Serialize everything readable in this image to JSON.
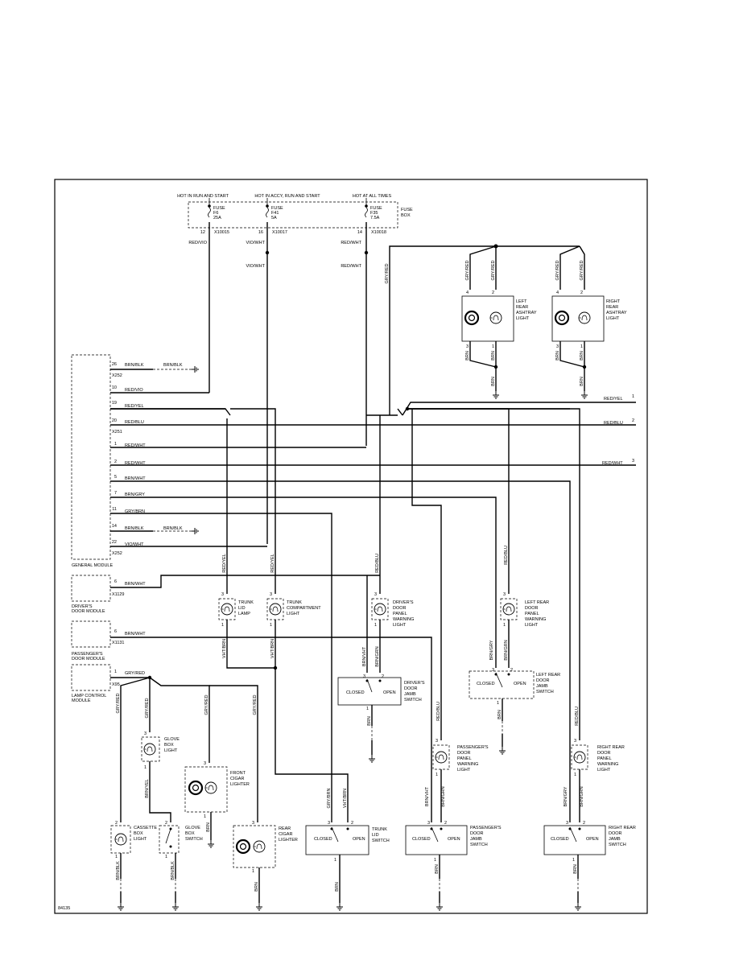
{
  "fuse_box": {
    "hot1": "HOT IN RUN AND START",
    "hot2": "HOT IN ACCY, RUN AND START",
    "hot3": "HOT AT ALL TIMES",
    "label_line1": "FUSE",
    "label_line2": "BOX",
    "fuses": [
      {
        "l1": "FUSE",
        "l2": "F6",
        "l3": "25A",
        "pin": "12",
        "conn": "X10015",
        "wire_a": "RED/VIO"
      },
      {
        "l1": "FUSE",
        "l2": "F41",
        "l3": "5A",
        "pin": "16",
        "conn": "X10017",
        "wire_a": "VIO/WHT",
        "wire_b": "VIO/WHT"
      },
      {
        "l1": "FUSE",
        "l2": "F35",
        "l3": "7.5A",
        "pin": "14",
        "conn": "X10018",
        "wire_a": "RED/WHT",
        "wire_b": "RED/WHT"
      }
    ]
  },
  "general_module": {
    "label": "GENERAL MODULE",
    "pins": [
      {
        "pin": "26",
        "wire": "BRN/BLK",
        "wire2": "BRN/BLK"
      },
      {
        "conn": "X252"
      },
      {
        "pin": "10",
        "wire": "RED/VIO"
      },
      {
        "pin": "19",
        "wire": "RED/YEL"
      },
      {
        "pin": "20",
        "wire": "RED/BLU"
      },
      {
        "conn": "X251"
      },
      {
        "pin": "1",
        "wire": "RED/WHT"
      },
      {
        "pin": "2",
        "wire": "RED/WHT"
      },
      {
        "pin": "5",
        "wire": "BRN/WHT"
      },
      {
        "pin": "7",
        "wire": "BRN/GRY"
      },
      {
        "pin": "11",
        "wire": "GRY/BRN"
      },
      {
        "pin": "14",
        "wire": "BRN/BLK",
        "wire2": "BRN/BLK"
      },
      {
        "pin": "22",
        "wire": "VIO/WHT"
      },
      {
        "conn": "X252"
      }
    ]
  },
  "drivers_door_module": {
    "l1": "DRIVER'S",
    "l2": "DOOR MODULE",
    "pin": "6",
    "wire": "BRN/WHT",
    "conn": "X1129"
  },
  "passengers_door_module": {
    "l1": "PASSENGER'S",
    "l2": "DOOR MODULE",
    "pin": "6",
    "wire": "BRN/WHT",
    "conn": "X1131"
  },
  "lamp_control_module": {
    "l1": "LAMP CONTROL",
    "l2": "MODULE",
    "pin": "1",
    "wire": "GRY/RED",
    "conn": "X95"
  },
  "right_outputs": [
    {
      "wire": "RED/YEL",
      "num": "1"
    },
    {
      "wire": "RED/BLU",
      "num": "2"
    },
    {
      "wire": "RED/WHT",
      "num": "3"
    }
  ],
  "left_ashtray": {
    "l1": "LEFT",
    "l2": "REAR",
    "l3": "ASHTRAY",
    "l4": "LIGHT",
    "wire_top_a": "GRY/RED",
    "wire_top_b": "GRY/RED",
    "wire_vert": "GRY/RED",
    "pin_a": "4",
    "pin_b": "2",
    "pin_c": "3",
    "pin_d": "1",
    "wire_bot_a": "BRN",
    "wire_bot_b": "BRN",
    "wire_gnd": "BRN"
  },
  "right_ashtray": {
    "l1": "RIGHT",
    "l2": "REAR",
    "l3": "ASHTRAY",
    "l4": "LIGHT",
    "wire_top_a": "GRY/RED",
    "wire_top_b": "GRY/RED",
    "pin_a": "4",
    "pin_b": "2",
    "pin_c": "3",
    "pin_d": "1",
    "wire_bot_a": "BRN",
    "wire_bot_b": "BRN",
    "wire_gnd": "BRN"
  },
  "trunk_lid_lamp": {
    "l1": "TRUNK",
    "l2": "LID",
    "l3": "LAMP",
    "wire_in": "RED/YEL",
    "wire_out": "VHT/BRN",
    "pin_top": "3",
    "pin_bot": "1"
  },
  "trunk_comp_light": {
    "l1": "TRUNK",
    "l2": "COMPARTMENT",
    "l3": "LIGHT",
    "wire_in": "RED/YEL",
    "wire_out": "VHT/BRN",
    "pin_top": "3",
    "pin_bot": "1"
  },
  "drivers_warning": {
    "l1": "DRIVER'S",
    "l2": "DOOR",
    "l3": "PANEL",
    "l4": "WARNING",
    "l5": "LIGHT",
    "wire_in": "RED/BLU",
    "pin_top": "3",
    "pin_bot": "1"
  },
  "drivers_jamb": {
    "l1": "DRIVER'S",
    "l2": "DOOR",
    "l3": "JAMB",
    "l4": "SWITCH",
    "closed": "CLOSED",
    "open": "OPEN",
    "wire_a": "BRN/VHT",
    "wire_b": "BRN/GRN",
    "pin_a": "3",
    "pin_b": "2",
    "pin_c": "1",
    "wire_gnd": "BRN"
  },
  "left_rear_warning": {
    "l1": "LEFT REAR",
    "l2": "DOOR",
    "l3": "PANEL",
    "l4": "WARNING",
    "l5": "LIGHT",
    "wire_in": "RED/BLU",
    "pin_top": "3",
    "pin_bot": "1"
  },
  "left_rear_jamb": {
    "l1": "LEFT REAR",
    "l2": "DOOR",
    "l3": "JAMB",
    "l4": "SWITCH",
    "closed": "CLOSED",
    "open": "OPEN",
    "wire_a": "BRN/GRY",
    "wire_b": "BRN/GRN",
    "pin_a": "3",
    "pin_b": "2",
    "pin_c": "1",
    "wire_gnd": "BRN"
  },
  "passengers_warning": {
    "l1": "PASSENGER'S",
    "l2": "DOOR",
    "l3": "PANEL",
    "l4": "WARNING",
    "l5": "LIGHT",
    "wire_in": "RED/BLU",
    "pin_top": "3",
    "pin_bot": "1"
  },
  "right_rear_warning": {
    "l1": "RIGHT REAR",
    "l2": "DOOR",
    "l3": "PANEL",
    "l4": "WARNING",
    "l5": "LIGHT",
    "wire_in": "RED/BLU",
    "pin_top": "3",
    "pin_bot": "1"
  },
  "glove_box_light": {
    "l1": "GLOVE",
    "l2": "BOX",
    "l3": "LIGHT",
    "wire_in": "GRY/RED",
    "wire_out": "BRN/YEL",
    "pin_top": "3",
    "pin_bot": "1"
  },
  "glove_box_switch": {
    "l1": "GLOVE",
    "l2": "BOX",
    "l3": "SWITCH",
    "wire_gnd": "BRN/BLK",
    "pin_top": "2",
    "pin_bot": "1"
  },
  "cassette_light": {
    "l1": "CASSETTE",
    "l2": "BOX",
    "l3": "LIGHT",
    "wire_in": "GRY/RED",
    "wire_gnd": "BRN/BLK",
    "pin_top": "2",
    "pin_bot": "1"
  },
  "front_cigar": {
    "l1": "FRONT",
    "l2": "CIGAR",
    "l3": "LIGHTER",
    "wire_in": "GRY/RED",
    "wire_gnd": "BRN",
    "pin_top": "3",
    "pin_bot": "1"
  },
  "rear_cigar": {
    "l1": "REAR",
    "l2": "CIGAR",
    "l3": "LIGHTER",
    "wire_in": "GRY/RED",
    "wire_gnd": "BRN",
    "pin_top": "3",
    "pin_bot": "1"
  },
  "trunk_lid_switch": {
    "l1": "TRUNK",
    "l2": "LID",
    "l3": "SWITCH",
    "closed": "CLOSED",
    "open": "OPEN",
    "wire_a": "GRY/BRN",
    "wire_b": "VHT/BRN",
    "pin_a": "3",
    "pin_b": "2",
    "pin_c": "1",
    "wire_gnd": "BRN"
  },
  "passengers_jamb": {
    "l1": "PASSENGER'S",
    "l2": "DOOR",
    "l3": "JAMB",
    "l4": "SWITCH",
    "closed": "CLOSED",
    "open": "OPEN",
    "wire_a": "BRN/VHT",
    "wire_b": "BRN/GRN",
    "pin_a": "3",
    "pin_b": "2",
    "pin_c": "1",
    "wire_gnd": "BRN"
  },
  "right_rear_jamb": {
    "l1": "RIGHT REAR",
    "l2": "DOOR",
    "l3": "JAMB",
    "l4": "SWITCH",
    "closed": "CLOSED",
    "open": "OPEN",
    "wire_a": "BRN/GRY",
    "wire_b": "BRN/GRN",
    "pin_a": "3",
    "pin_b": "2",
    "pin_c": "1",
    "wire_gnd": "BRN"
  },
  "diagram_number": "84135"
}
